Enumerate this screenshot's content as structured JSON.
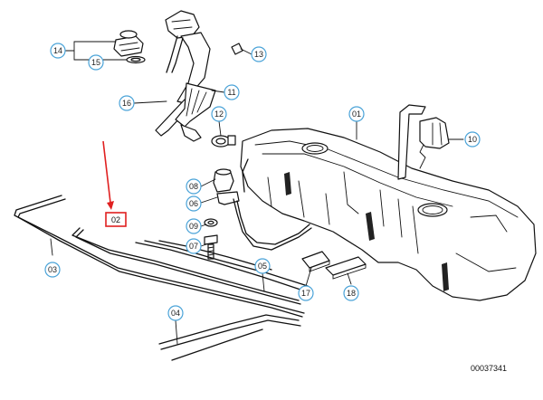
{
  "diagram": {
    "callouts": [
      {
        "id": "c14",
        "label": "14"
      },
      {
        "id": "c15",
        "label": "15"
      },
      {
        "id": "c13",
        "label": "13"
      },
      {
        "id": "c16",
        "label": "16"
      },
      {
        "id": "c11",
        "label": "11"
      },
      {
        "id": "c12",
        "label": "12"
      },
      {
        "id": "c01",
        "label": "01"
      },
      {
        "id": "c10",
        "label": "10"
      },
      {
        "id": "c08",
        "label": "08"
      },
      {
        "id": "c06",
        "label": "06"
      },
      {
        "id": "c09",
        "label": "09"
      },
      {
        "id": "c07",
        "label": "07"
      },
      {
        "id": "c05",
        "label": "05"
      },
      {
        "id": "c03",
        "label": "03"
      },
      {
        "id": "c04",
        "label": "04"
      },
      {
        "id": "c17",
        "label": "17"
      },
      {
        "id": "c18",
        "label": "18"
      }
    ],
    "highlighted_part": "02",
    "reference_number": "00037341",
    "colors": {
      "callout_border": "#4aa3d8",
      "highlight": "#e02020",
      "line": "#111111"
    }
  }
}
